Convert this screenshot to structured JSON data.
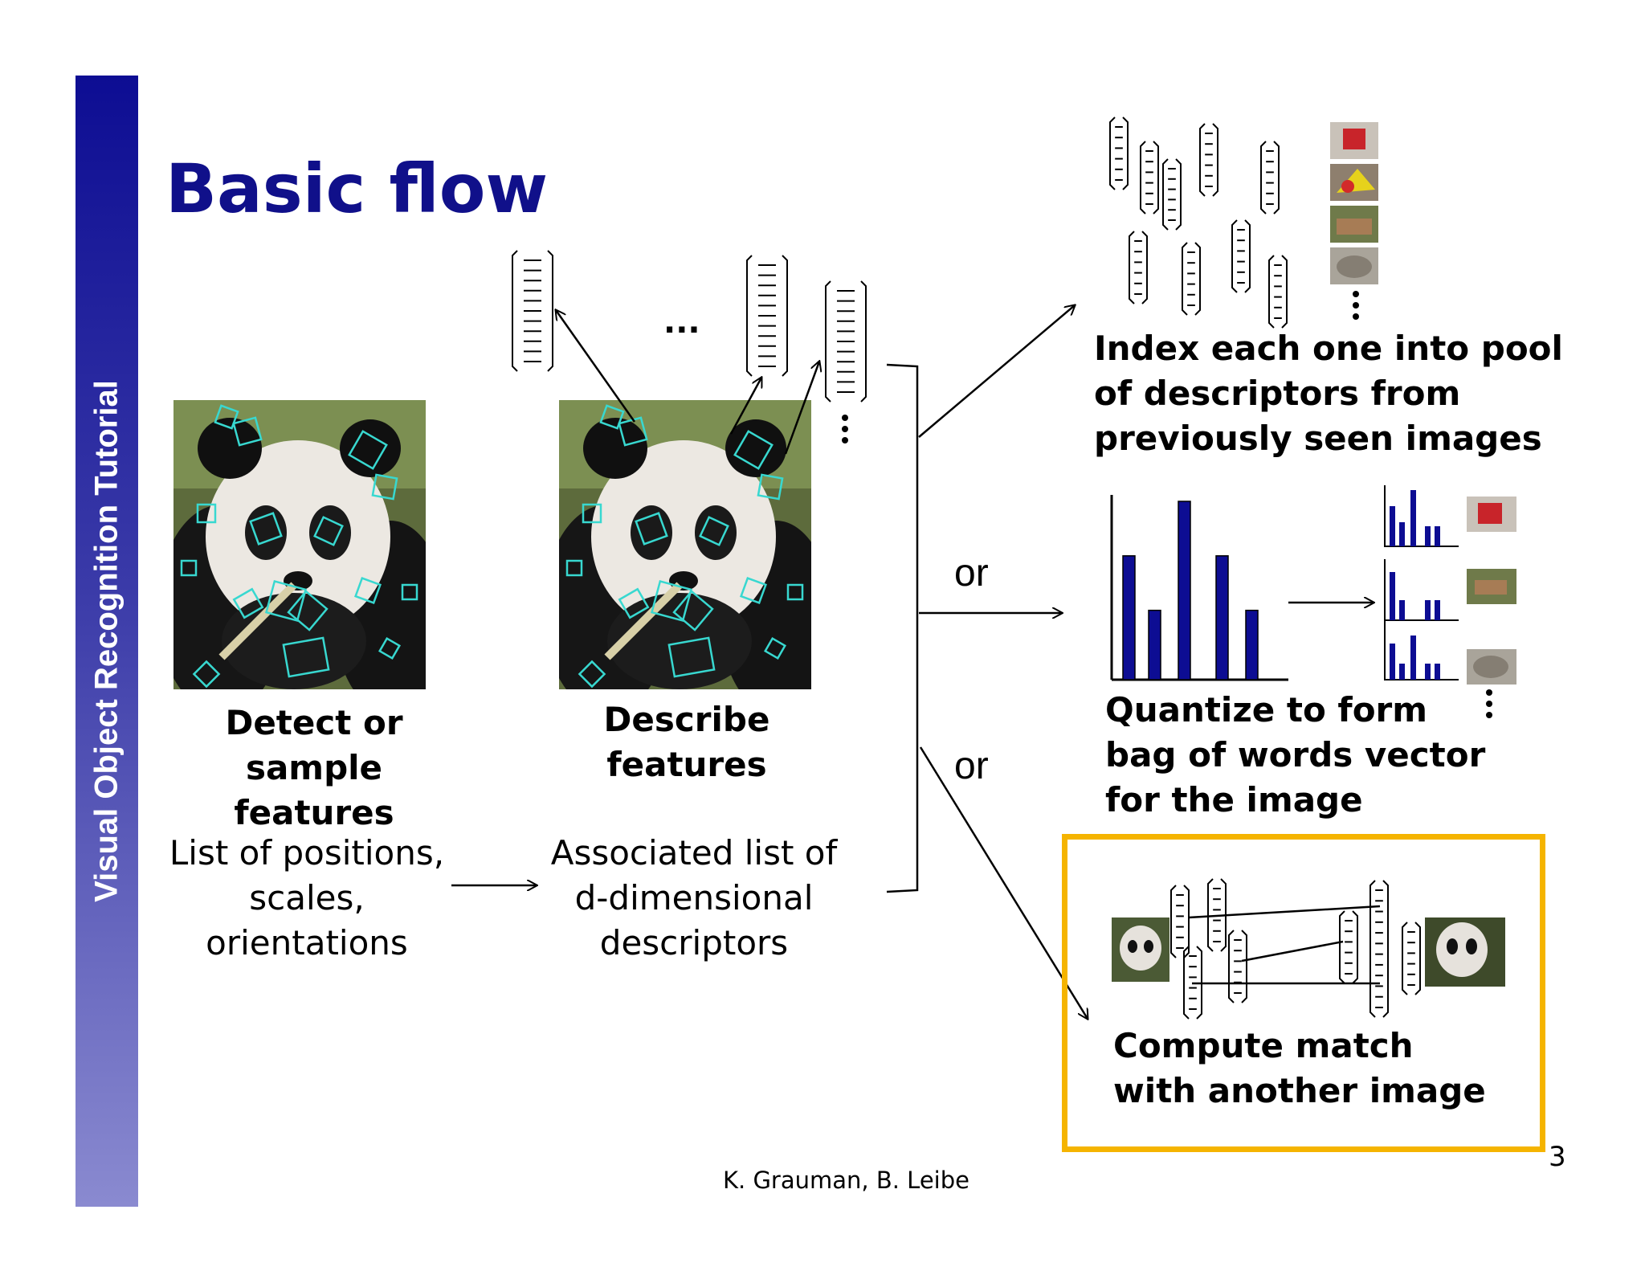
{
  "sidebar": {
    "text": "Visual Object Recognition Tutorial"
  },
  "title": "Basic flow",
  "steps": {
    "detect": {
      "label_line1": "Detect or sample",
      "label_line2": "features"
    },
    "describe": {
      "label_line1": "Describe",
      "label_line2": "features"
    }
  },
  "outputs": {
    "positions": {
      "line1": "List of positions,",
      "line2": "scales,",
      "line3": "orientations"
    },
    "descriptors": {
      "line1": "Associated list of",
      "line2": "d-dimensional",
      "line3": "descriptors"
    }
  },
  "ellipsis": "...",
  "options": {
    "index": {
      "line1": "Index each one into pool",
      "line2": "of descriptors from",
      "line3": "previously seen images"
    },
    "or_1": "or",
    "quantize": {
      "line1": "Quantize to form",
      "line2": "bag of words vector",
      "line3": "for the image"
    },
    "or_2": "or",
    "match": {
      "line1": "Compute match",
      "line2": "with another image"
    }
  },
  "histogram": {
    "values": [
      5,
      2.8,
      7.2,
      5,
      2.8
    ]
  },
  "footer": {
    "credit": "K. Grauman, B. Leibe",
    "page_number": "3"
  },
  "colors": {
    "title": "#10108a",
    "bars": "#0d0d93",
    "highlight": "#f5b400",
    "keypoint": "#38d8d0"
  }
}
